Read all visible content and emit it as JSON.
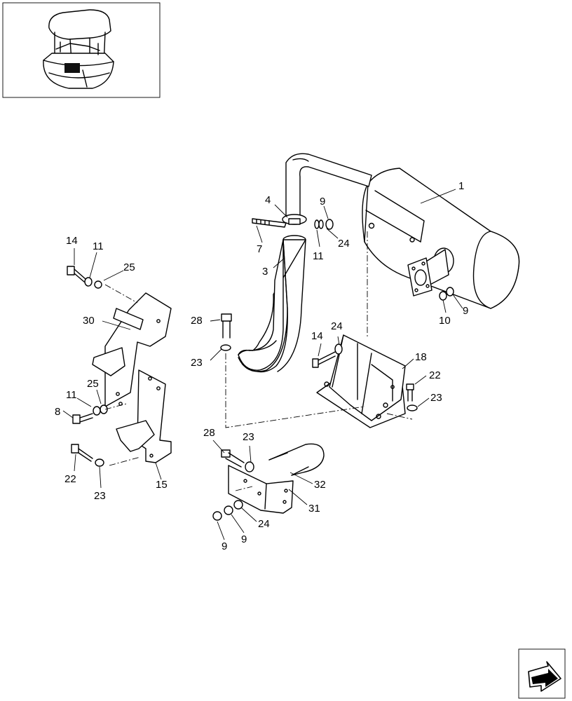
{
  "callouts": [
    {
      "id": "c1",
      "label": "1"
    },
    {
      "id": "c4",
      "label": "4"
    },
    {
      "id": "c9a",
      "label": "9"
    },
    {
      "id": "c7",
      "label": "7"
    },
    {
      "id": "c11a",
      "label": "11"
    },
    {
      "id": "c24a",
      "label": "24"
    },
    {
      "id": "c3",
      "label": "3"
    },
    {
      "id": "c14a",
      "label": "14"
    },
    {
      "id": "c11b",
      "label": "11"
    },
    {
      "id": "c25a",
      "label": "25"
    },
    {
      "id": "c30",
      "label": "30"
    },
    {
      "id": "c28a",
      "label": "28"
    },
    {
      "id": "c23a",
      "label": "23"
    },
    {
      "id": "c10",
      "label": "10"
    },
    {
      "id": "c9b",
      "label": "9"
    },
    {
      "id": "c14b",
      "label": "14"
    },
    {
      "id": "c24b",
      "label": "24"
    },
    {
      "id": "c18",
      "label": "18"
    },
    {
      "id": "c22a",
      "label": "22"
    },
    {
      "id": "c23b",
      "label": "23"
    },
    {
      "id": "c11c",
      "label": "11"
    },
    {
      "id": "c25b",
      "label": "25"
    },
    {
      "id": "c8",
      "label": "8"
    },
    {
      "id": "c28b",
      "label": "28"
    },
    {
      "id": "c23c",
      "label": "23"
    },
    {
      "id": "c22b",
      "label": "22"
    },
    {
      "id": "c23d",
      "label": "23"
    },
    {
      "id": "c15",
      "label": "15"
    },
    {
      "id": "c32",
      "label": "32"
    },
    {
      "id": "c31",
      "label": "31"
    },
    {
      "id": "c24c",
      "label": "24"
    },
    {
      "id": "c9c",
      "label": "9"
    },
    {
      "id": "c9d",
      "label": "9"
    }
  ],
  "icons": {
    "thumbnail": "machine-location-thumbnail-icon",
    "nav": "next-page-arrow-icon"
  }
}
